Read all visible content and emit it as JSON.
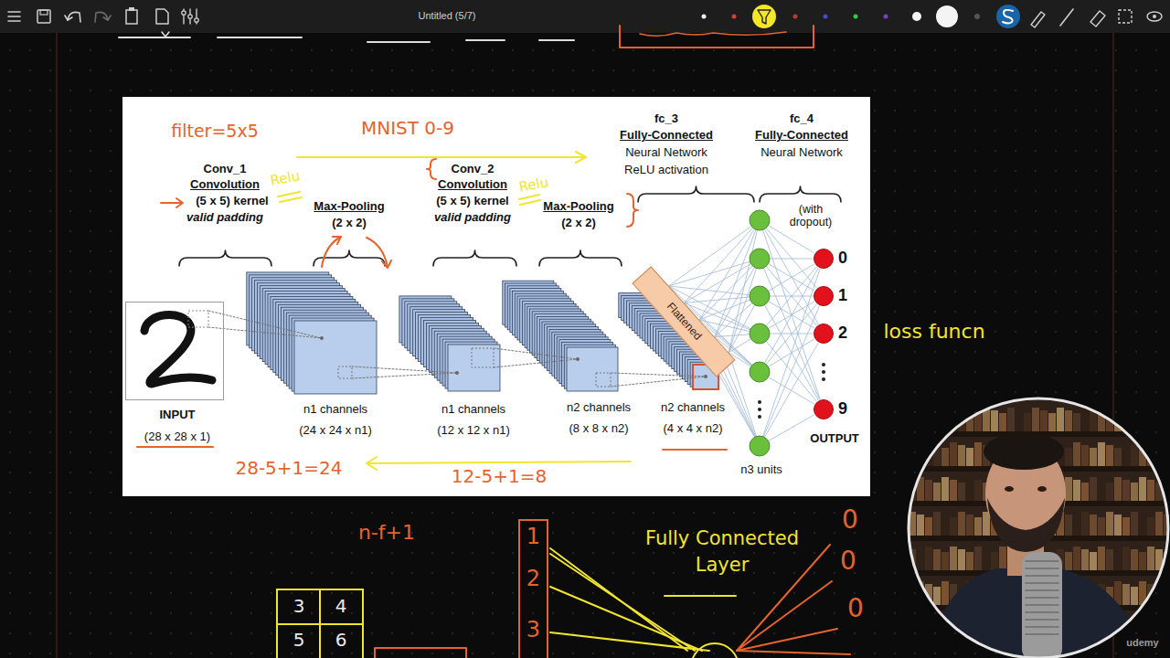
{
  "diagram": {
    "nodes": [
      {
        "text": [
          "INPUT",
          "(28 x 28 x 1)"
        ]
      },
      {
        "text": [
          "n1 channels",
          "(24 x 24 x n1)"
        ]
      },
      {
        "text": [
          "n1 channels",
          "(12 x 12 x n1)"
        ]
      },
      {
        "text": [
          "n2 channels",
          "(8 x 8 x n2)"
        ]
      },
      {
        "text": [
          "n2 channels",
          "(4 x 4 x n2)"
        ]
      },
      {
        "text": [
          "Flattened"
        ]
      },
      {
        "text": [
          "0"
        ]
      },
      {
        "text": [
          "1"
        ]
      },
      {
        "text": [
          "2"
        ]
      },
      {
        "text": [
          "9"
        ]
      },
      {
        "text": [
          "1",
          "2",
          "3"
        ]
      }
    ],
    "labels": [
      "Untitled (5/7)",
      "filter=5x5",
      "MNIST 0-9",
      "Conv_1",
      "Convolution",
      "(5 x 5) kernel",
      "valid padding",
      "Relu",
      "Max-Pooling",
      "(2 x 2)",
      "Conv_2",
      "Convolution",
      "(5 x 5) kernel",
      "valid padding",
      "Relu",
      "Max-Pooling",
      "(2 x 2)",
      "fc_3",
      "Fully-Connected",
      "Neural Network",
      "ReLU activation",
      "fc_4",
      "Fully-Connected",
      "Neural Network",
      "(with dropout)",
      "n3 units",
      "OUTPUT",
      "28-5+1=24",
      "12-5+1=8",
      "loss funcn",
      "n-f+1",
      "3",
      "4",
      "5",
      "6",
      "Fully Connected Layer",
      "0",
      "0",
      "0",
      "udemy"
    ]
  }
}
